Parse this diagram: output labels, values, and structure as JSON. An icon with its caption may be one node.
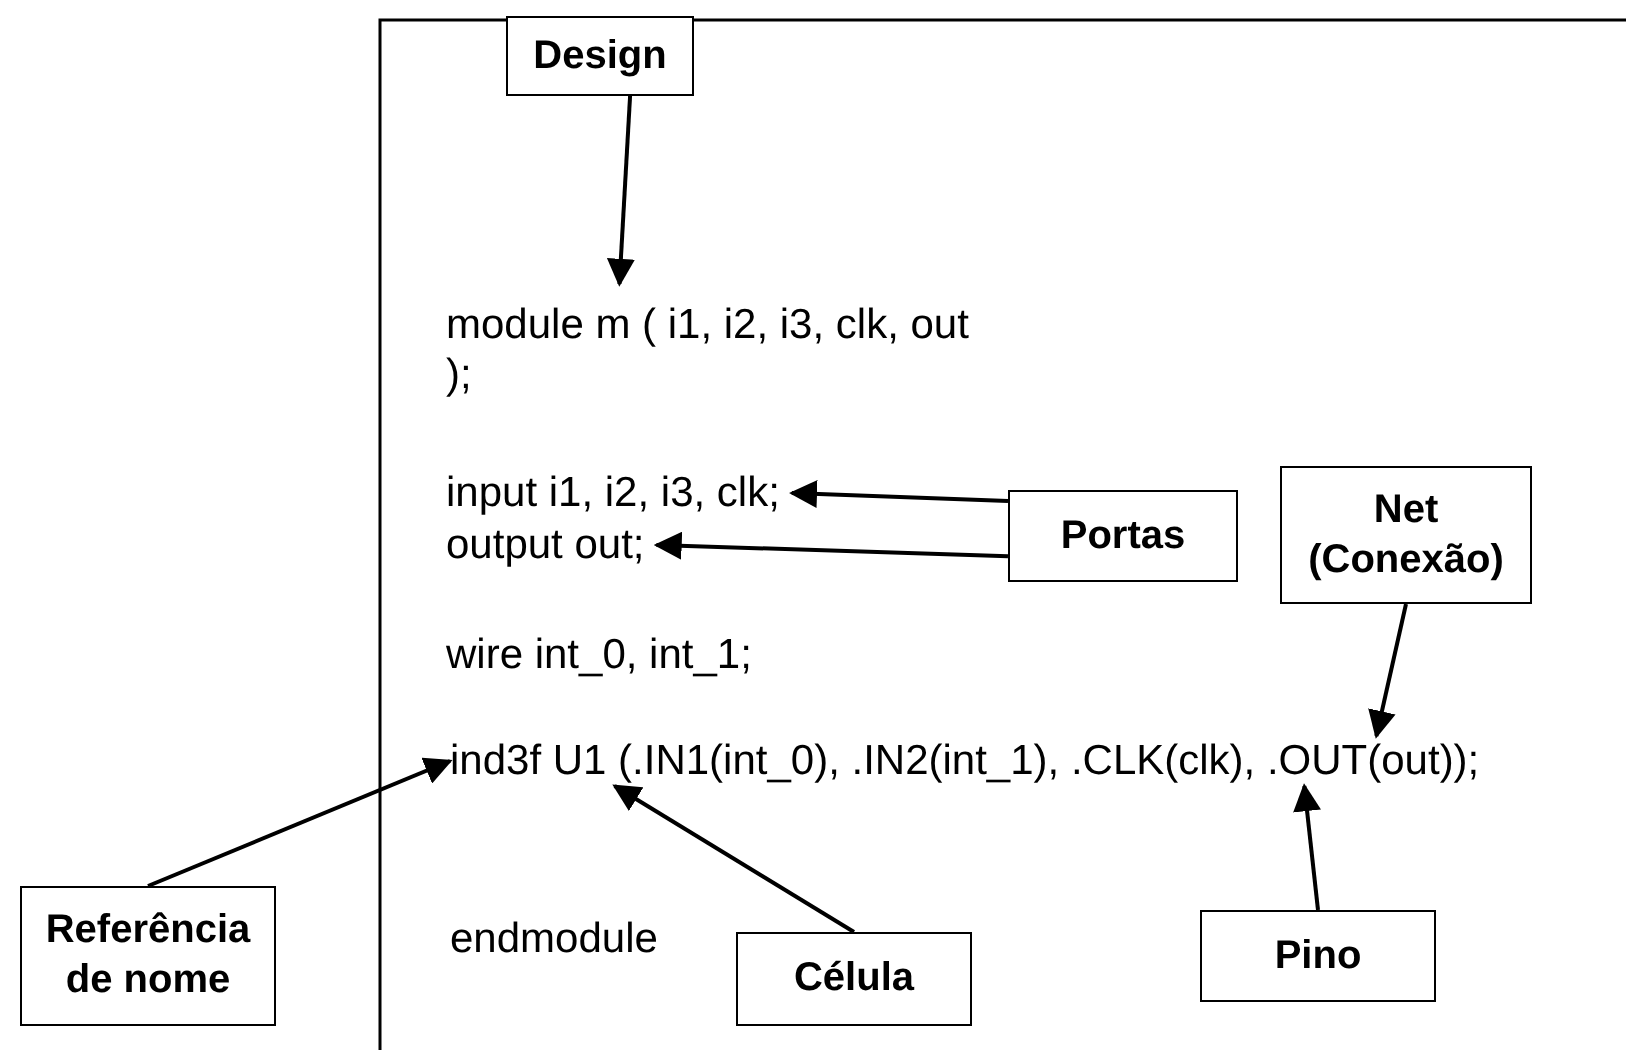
{
  "diagram": {
    "nodes": [
      {
        "text": [
          "Design"
        ]
      },
      {
        "text": [
          "module m ( i1, i2, i3, clk, out );"
        ]
      },
      {
        "text": [
          "input i1, i2, i3, clk;"
        ]
      },
      {
        "text": [
          "output out;"
        ]
      },
      {
        "text": [
          "Portas"
        ]
      },
      {
        "text": [
          "Net (Conexão)"
        ]
      },
      {
        "text": [
          "ind3f U1 (.IN1(int_0), .IN2(int_1), .CLK(clk), .OUT(out));"
        ]
      },
      {
        "text": [
          "Referência de nome"
        ]
      },
      {
        "text": [
          "Célula"
        ]
      },
      {
        "text": [
          "Pino"
        ]
      }
    ],
    "edges": [
      {
        "from": 0,
        "to": 1,
        "arrow": "to"
      },
      {
        "from": 4,
        "to": 2,
        "arrow": "to"
      },
      {
        "from": 4,
        "to": 3,
        "arrow": "to"
      },
      {
        "from": 5,
        "to": 6,
        "arrow": "to"
      },
      {
        "from": 7,
        "to": 6,
        "arrow": "to"
      },
      {
        "from": 8,
        "to": 6,
        "arrow": "to"
      },
      {
        "from": 9,
        "to": 6,
        "arrow": "to"
      }
    ],
    "labels": [
      "wire int_0, int_1;",
      "endmodule"
    ]
  }
}
